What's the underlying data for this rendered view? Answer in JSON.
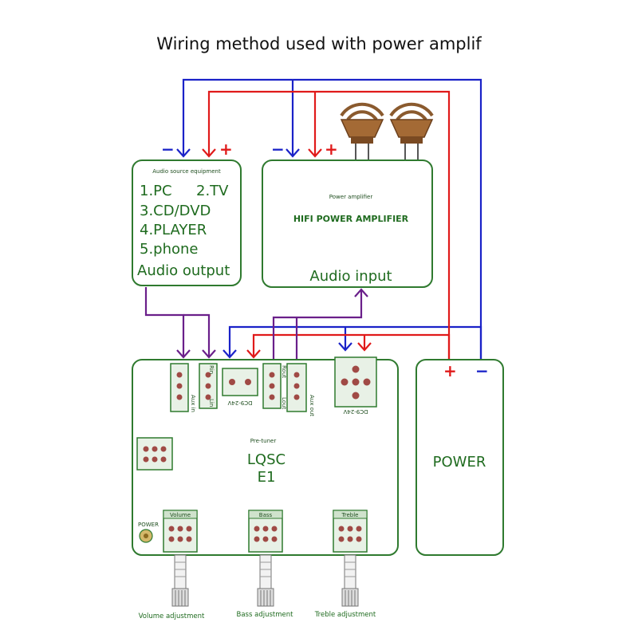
{
  "title": "Wiring method used with power amplif",
  "audio_source": {
    "heading": "Audio source equipment",
    "items": [
      "1.PC",
      "2.TV",
      "3.CD/DVD",
      "4.PLAYER",
      "5.phone"
    ],
    "output_label": "Audio output"
  },
  "power_amp": {
    "heading": "Power amplifier",
    "name": "HIFI POWER AMPLIFIER",
    "input_label": "Audio input"
  },
  "preamp": {
    "subtitle": "Pre-tuner",
    "model_line1": "LQSC",
    "model_line2": "E1",
    "connectors": {
      "rin": "Rin",
      "lin": "Lin",
      "aux_in": "Aux in",
      "dc_in_1": "DC9-24V",
      "rout": "Rout",
      "lout": "Lout",
      "aux_out": "Aux out",
      "dc_in_2": "DC9-24V"
    },
    "power_led": "POWER",
    "pots": [
      "Volume",
      "Bass",
      "Treble"
    ]
  },
  "power_supply": {
    "label": "POWER",
    "plus": "+",
    "minus": "−"
  },
  "polarity": {
    "plus": "+",
    "minus": "−"
  },
  "captions": [
    "Volume adjustment",
    "Bass adjustment",
    "Treble adjustment"
  ],
  "colors": {
    "negative_wire": "#1a22c8",
    "positive_wire": "#e01a1a",
    "signal_wire": "#6a1f8a",
    "board_outline": "#2f7a2f",
    "speaker": "#8a5a2e"
  }
}
